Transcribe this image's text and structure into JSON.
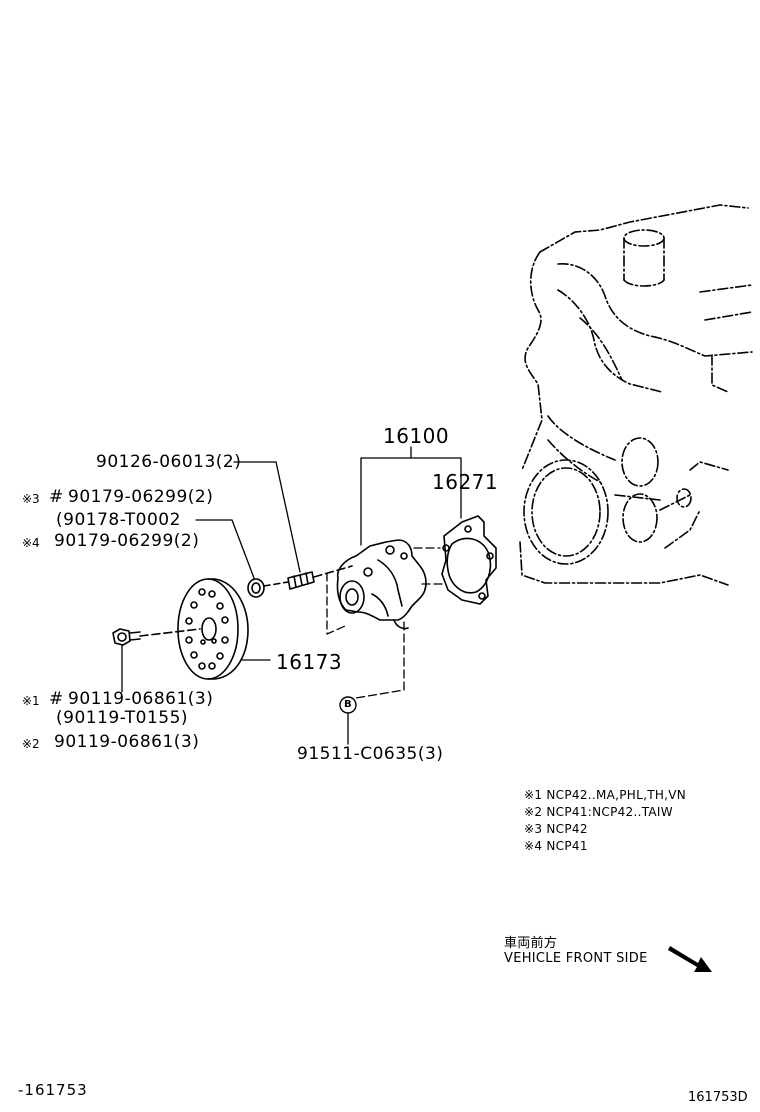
{
  "parts": {
    "p16100": "16100",
    "p16271": "16271",
    "p16173": "16173",
    "bolt_top": "90126-06013(2)",
    "nut_mark3": "※3",
    "nut_hash": "#",
    "nut_a": "90179-06299(2)",
    "nut_b": "(90178-T0002",
    "nut_mark4": "※4",
    "nut_c": "90179-06299(2)",
    "bolt_mark1": "※1",
    "bolt_hash": "#",
    "bolt_a": "90119-06861(3)",
    "bolt_b": "(90119-T0155)",
    "bolt_mark2": "※2",
    "bolt_c": "90119-06861(3)",
    "plug": "91511-C0635(3)",
    "ref_b": "B"
  },
  "notes": [
    "※1 NCP42..MA,PHL,TH,VN",
    "※2 NCP41:NCP42..TAIW",
    "※3 NCP42",
    "※4 NCP41"
  ],
  "direction": {
    "jp": "車両前方",
    "en": "VEHICLE FRONT SIDE"
  },
  "footer": {
    "left": "-161753",
    "right": "161753D"
  }
}
